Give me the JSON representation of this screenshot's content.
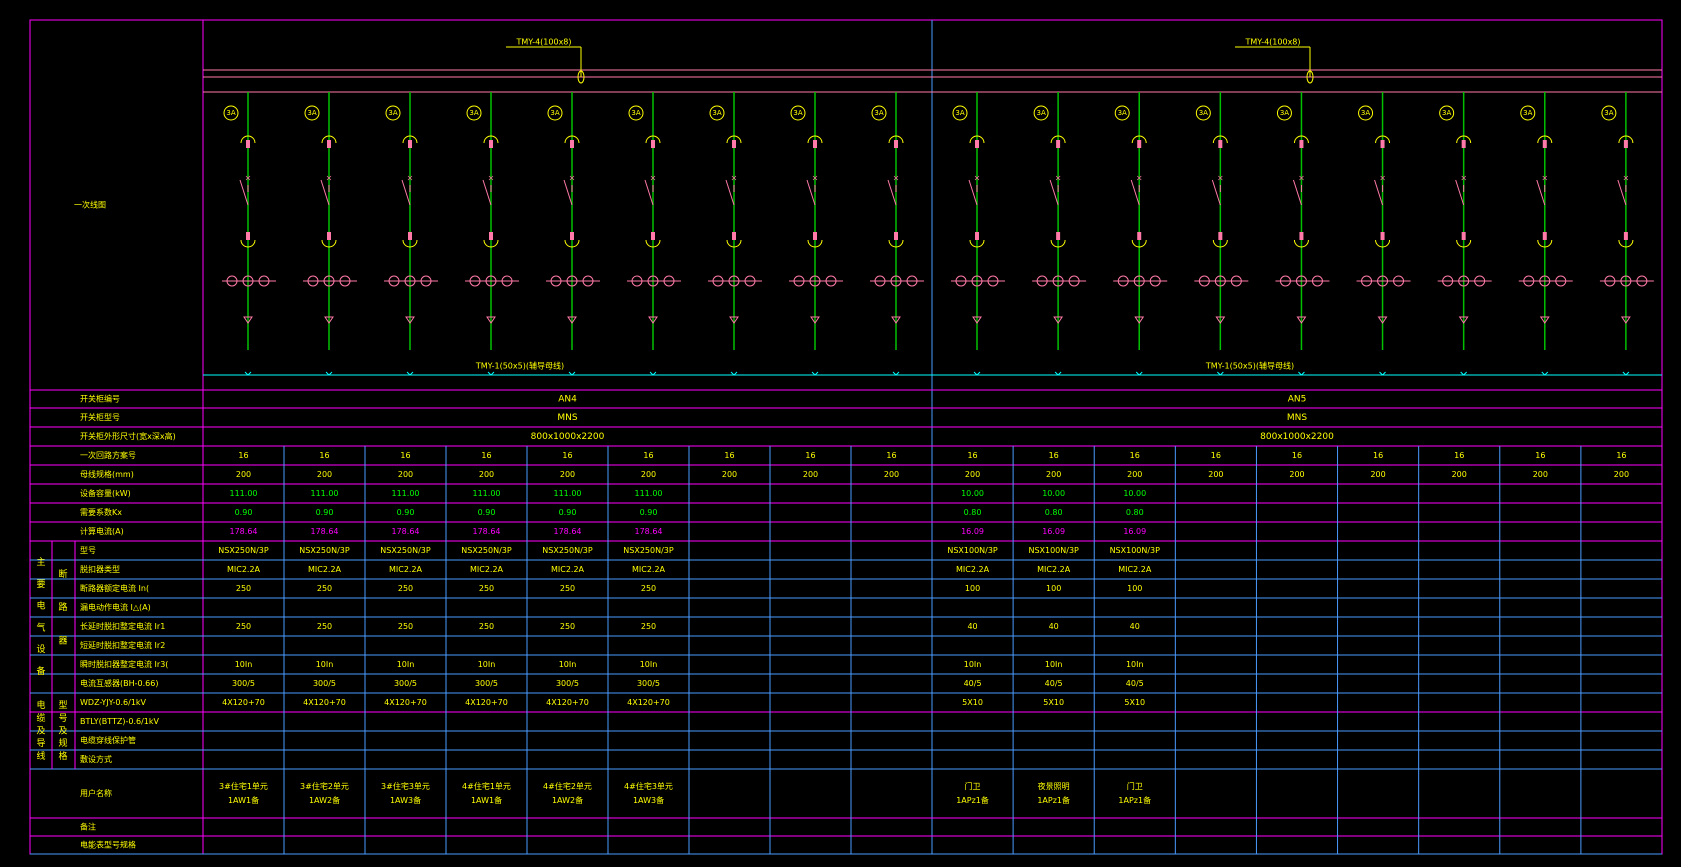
{
  "drawing": {
    "row_label_diagram": "一次线图",
    "busbar_top_left": "TMY-4(100x8)",
    "busbar_top_right": "TMY-4(100x8)",
    "busbar_bottom_left": "TMY-1(50x5)(辅导母线)",
    "busbar_bottom_right": "TMY-1(50x5)(辅导母线)",
    "ct_tag": "3A"
  },
  "panels": [
    {
      "cabinet_no": "AN4",
      "model": "MNS",
      "size": "800x1000x2200"
    },
    {
      "cabinet_no": "AN5",
      "model": "MNS",
      "size": "800x1000x2200"
    }
  ],
  "row_labels": {
    "cabinet_no": "开关柜编号",
    "model": "开关柜型号",
    "size": "开关柜外形尺寸(宽x深x高)",
    "circuit_no": "一次回路方案号",
    "busbar_spec": "母线规格(mm)",
    "capacity": "设备容量(kW)",
    "demand": "需要系数Kx",
    "current": "计算电流(A)",
    "breaker_model": "型号",
    "trip_unit": "脱扣器类型",
    "rated_current": "断路器额定电流  In(",
    "earth_leak": "漏电动作电流  I△(A)",
    "long_delay": "长延时脱扣整定电流  Ir1",
    "short_delay": "短延时脱扣整定电流  Ir2",
    "instant": "瞬时脱扣器整定电流  Ir3(",
    "ct": "电流互感器(BH-0.66)",
    "cable1": "WDZ-YJY-0.6/1kV",
    "cable2": "BTLY(BTTZ)-0.6/1kV",
    "conduit": "电缆穿线保护管",
    "laying": "敷设方式",
    "load_name": "用户名称",
    "remark": "备注",
    "meter": "电能表型号规格",
    "group_main": "主要电气设备",
    "group_breaker": "断路器",
    "group_cable": "电缆及导线",
    "group_cable_spec": "型号及规格"
  },
  "columns": [
    {
      "circuit_no": "16",
      "busbar": "200",
      "capacity": "111.00",
      "demand": "0.90",
      "current": "178.64",
      "breaker": "NSX250N/3P",
      "trip": "MIC2.2A",
      "in": "250",
      "ir1": "250",
      "ir3": "10In",
      "ct": "300/5",
      "cable": "4X120+70",
      "load1": "3#住宅1单元",
      "load2": "1AW1备"
    },
    {
      "circuit_no": "16",
      "busbar": "200",
      "capacity": "111.00",
      "demand": "0.90",
      "current": "178.64",
      "breaker": "NSX250N/3P",
      "trip": "MIC2.2A",
      "in": "250",
      "ir1": "250",
      "ir3": "10In",
      "ct": "300/5",
      "cable": "4X120+70",
      "load1": "3#住宅2单元",
      "load2": "1AW2备"
    },
    {
      "circuit_no": "16",
      "busbar": "200",
      "capacity": "111.00",
      "demand": "0.90",
      "current": "178.64",
      "breaker": "NSX250N/3P",
      "trip": "MIC2.2A",
      "in": "250",
      "ir1": "250",
      "ir3": "10In",
      "ct": "300/5",
      "cable": "4X120+70",
      "load1": "3#住宅3单元",
      "load2": "1AW3备"
    },
    {
      "circuit_no": "16",
      "busbar": "200",
      "capacity": "111.00",
      "demand": "0.90",
      "current": "178.64",
      "breaker": "NSX250N/3P",
      "trip": "MIC2.2A",
      "in": "250",
      "ir1": "250",
      "ir3": "10In",
      "ct": "300/5",
      "cable": "4X120+70",
      "load1": "4#住宅1单元",
      "load2": "1AW1备"
    },
    {
      "circuit_no": "16",
      "busbar": "200",
      "capacity": "111.00",
      "demand": "0.90",
      "current": "178.64",
      "breaker": "NSX250N/3P",
      "trip": "MIC2.2A",
      "in": "250",
      "ir1": "250",
      "ir3": "10In",
      "ct": "300/5",
      "cable": "4X120+70",
      "load1": "4#住宅2单元",
      "load2": "1AW2备"
    },
    {
      "circuit_no": "16",
      "busbar": "200",
      "capacity": "111.00",
      "demand": "0.90",
      "current": "178.64",
      "breaker": "NSX250N/3P",
      "trip": "MIC2.2A",
      "in": "250",
      "ir1": "250",
      "ir3": "10In",
      "ct": "300/5",
      "cable": "4X120+70",
      "load1": "4#住宅3单元",
      "load2": "1AW3备"
    },
    {
      "circuit_no": "16",
      "busbar": "200",
      "capacity": "",
      "demand": "",
      "current": "",
      "breaker": "",
      "trip": "",
      "in": "",
      "ir1": "",
      "ir3": "",
      "ct": "",
      "cable": "",
      "load1": "",
      "load2": ""
    },
    {
      "circuit_no": "16",
      "busbar": "200",
      "capacity": "",
      "demand": "",
      "current": "",
      "breaker": "",
      "trip": "",
      "in": "",
      "ir1": "",
      "ir3": "",
      "ct": "",
      "cable": "",
      "load1": "",
      "load2": ""
    },
    {
      "circuit_no": "16",
      "busbar": "200",
      "capacity": "",
      "demand": "",
      "current": "",
      "breaker": "",
      "trip": "",
      "in": "",
      "ir1": "",
      "ir3": "",
      "ct": "",
      "cable": "",
      "load1": "",
      "load2": ""
    },
    {
      "circuit_no": "16",
      "busbar": "200",
      "capacity": "10.00",
      "demand": "0.80",
      "current": "16.09",
      "breaker": "NSX100N/3P",
      "trip": "MIC2.2A",
      "in": "100",
      "ir1": "40",
      "ir3": "10In",
      "ct": "40/5",
      "cable": "5X10",
      "load1": "门卫",
      "load2": "1APz1备"
    },
    {
      "circuit_no": "16",
      "busbar": "200",
      "capacity": "10.00",
      "demand": "0.80",
      "current": "16.09",
      "breaker": "NSX100N/3P",
      "trip": "MIC2.2A",
      "in": "100",
      "ir1": "40",
      "ir3": "10In",
      "ct": "40/5",
      "cable": "5X10",
      "load1": "夜景照明",
      "load2": "1APz1备"
    },
    {
      "circuit_no": "16",
      "busbar": "200",
      "capacity": "10.00",
      "demand": "0.80",
      "current": "16.09",
      "breaker": "NSX100N/3P",
      "trip": "MIC2.2A",
      "in": "100",
      "ir1": "40",
      "ir3": "10In",
      "ct": "40/5",
      "cable": "5X10",
      "load1": "门卫",
      "load2": "1APz1备"
    },
    {
      "circuit_no": "16",
      "busbar": "200",
      "capacity": "",
      "demand": "",
      "current": "",
      "breaker": "",
      "trip": "",
      "in": "",
      "ir1": "",
      "ir3": "",
      "ct": "",
      "cable": "",
      "load1": "",
      "load2": ""
    },
    {
      "circuit_no": "16",
      "busbar": "200",
      "capacity": "",
      "demand": "",
      "current": "",
      "breaker": "",
      "trip": "",
      "in": "",
      "ir1": "",
      "ir3": "",
      "ct": "",
      "cable": "",
      "load1": "",
      "load2": ""
    },
    {
      "circuit_no": "16",
      "busbar": "200",
      "capacity": "",
      "demand": "",
      "current": "",
      "breaker": "",
      "trip": "",
      "in": "",
      "ir1": "",
      "ir3": "",
      "ct": "",
      "cable": "",
      "load1": "",
      "load2": ""
    },
    {
      "circuit_no": "16",
      "busbar": "200",
      "capacity": "",
      "demand": "",
      "current": "",
      "breaker": "",
      "trip": "",
      "in": "",
      "ir1": "",
      "ir3": "",
      "ct": "",
      "cable": "",
      "load1": "",
      "load2": ""
    },
    {
      "circuit_no": "16",
      "busbar": "200",
      "capacity": "",
      "demand": "",
      "current": "",
      "breaker": "",
      "trip": "",
      "in": "",
      "ir1": "",
      "ir3": "",
      "ct": "",
      "cable": "",
      "load1": "",
      "load2": ""
    },
    {
      "circuit_no": "16",
      "busbar": "200",
      "capacity": "",
      "demand": "",
      "current": "",
      "breaker": "",
      "trip": "",
      "in": "",
      "ir1": "",
      "ir3": "",
      "ct": "",
      "cable": "",
      "load1": "",
      "load2": ""
    }
  ],
  "colors": {
    "background": "#000000",
    "frame": "#ff00ff",
    "grid": "#4a9bff",
    "busbar": "#ff7aa8",
    "feeder": "#00c000",
    "text": "#ffff00",
    "text_green": "#00ff00",
    "text_magenta": "#ff00ff",
    "bottom_bus": "#00ffff"
  }
}
